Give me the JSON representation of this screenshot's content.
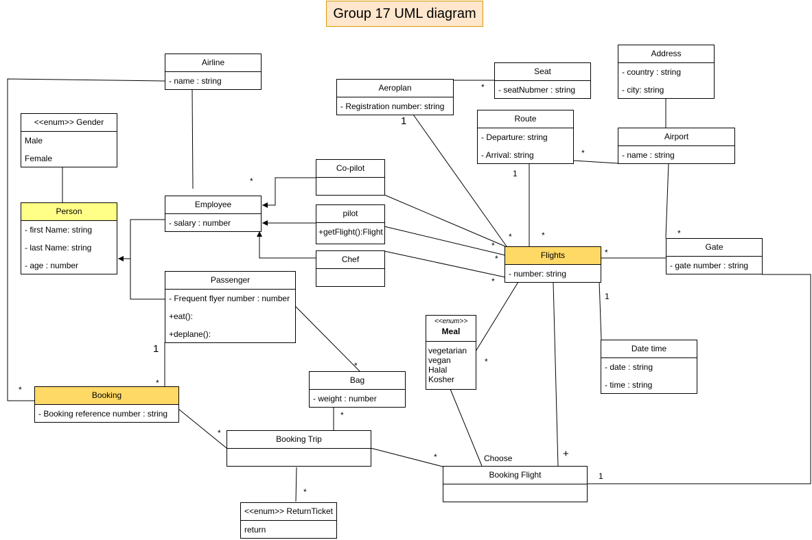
{
  "title": "Group 17 UML diagram",
  "classes": {
    "airline": {
      "name": "Airline",
      "attrs": [
        "- name : string"
      ]
    },
    "gender": {
      "name": "<<enum>> Gender",
      "attrs": [
        "Male",
        "Female"
      ]
    },
    "person": {
      "name": "Person",
      "attrs": [
        "- first Name: string",
        "- last Name: string",
        "- age : number"
      ]
    },
    "employee": {
      "name": "Employee",
      "attrs": [
        "- salary : number"
      ]
    },
    "copilot": {
      "name": "Co-pilot"
    },
    "pilot": {
      "name": "pilot",
      "attrs": [
        "+getFlight():Flight"
      ]
    },
    "chef": {
      "name": "Chef"
    },
    "passenger": {
      "name": "Passenger",
      "attrs": [
        "- Frequent flyer number : number",
        "+eat():",
        "+deplane():"
      ]
    },
    "booking": {
      "name": "Booking",
      "attrs": [
        "- Booking reference number : string"
      ]
    },
    "bag": {
      "name": "Bag",
      "attrs": [
        "- weight : number"
      ]
    },
    "bookingTrip": {
      "name": "Booking Trip"
    },
    "returnTicket": {
      "name": "<<enum>> ReturnTicket",
      "attrs": [
        "return"
      ]
    },
    "aeroplan": {
      "name": "Aeroplan",
      "attrs": [
        "- Registration number: string"
      ]
    },
    "seat": {
      "name": "Seat",
      "attrs": [
        "- seatNubmer : string"
      ]
    },
    "address": {
      "name": "Address",
      "attrs": [
        "- country : string",
        "- city: string"
      ]
    },
    "route": {
      "name": "Route",
      "attrs": [
        "- Departure: string",
        "- Arrival: string"
      ]
    },
    "airport": {
      "name": "Airport",
      "attrs": [
        "- name : string"
      ]
    },
    "flights": {
      "name": "Flights",
      "attrs": [
        "- number:  string"
      ]
    },
    "gate": {
      "name": "Gate",
      "attrs": [
        "- gate number : string"
      ]
    },
    "meal": {
      "stereotype": "<<enum>>",
      "name": "Meal",
      "values": [
        "vegetarian",
        "vegan",
        "Halal",
        "Kosher"
      ]
    },
    "datetime": {
      "name": "Date time",
      "attrs": [
        "- date : string",
        "- time : string"
      ]
    },
    "bookingFlight": {
      "name": "Booking Flight"
    }
  },
  "multiplicities": {
    "star": "*",
    "one": "1",
    "plus": "+"
  },
  "labels": {
    "choose": "Choose"
  }
}
